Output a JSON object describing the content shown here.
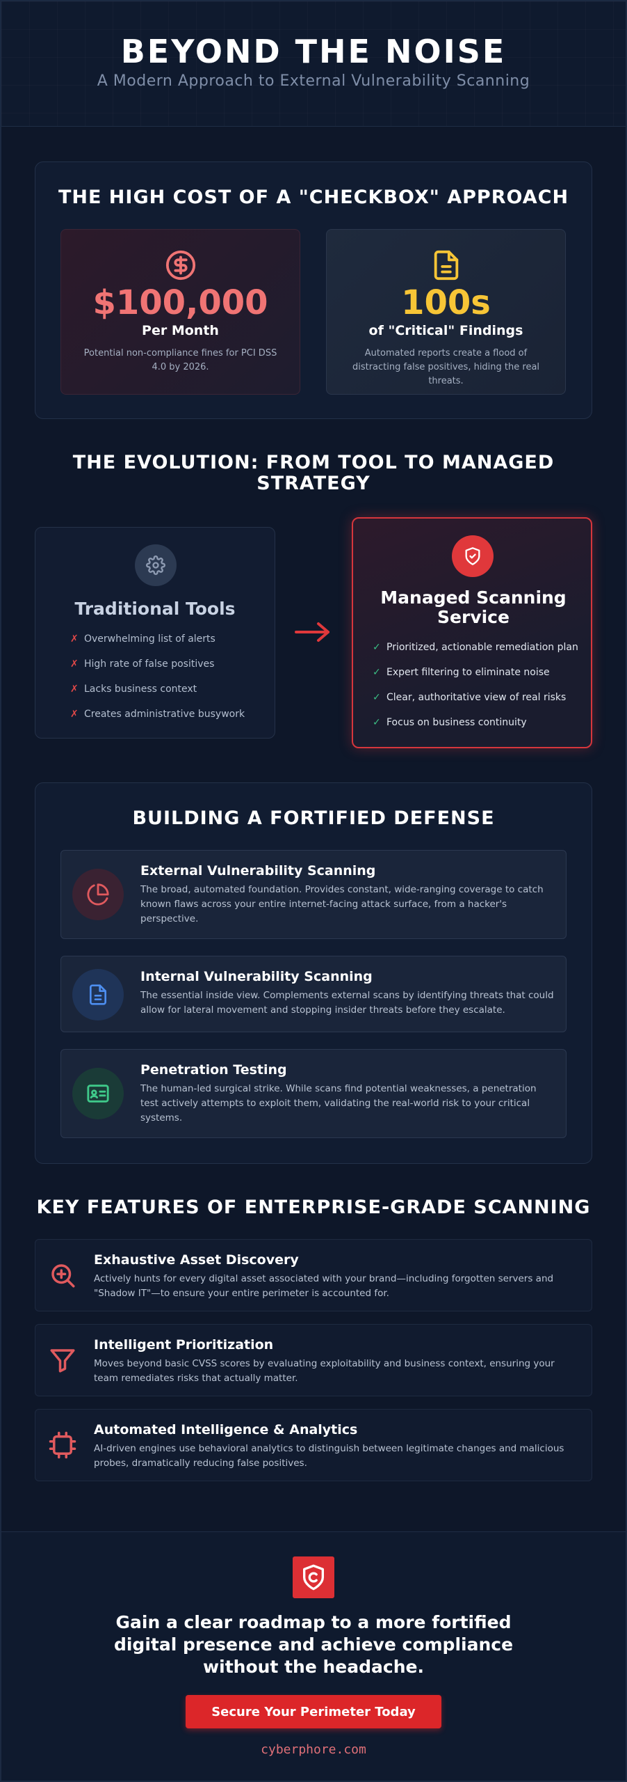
{
  "header": {
    "title": "BEYOND THE NOISE",
    "subtitle": "A Modern Approach to External Vulnerability Scanning"
  },
  "cost": {
    "title": "THE HIGH COST OF A \"CHECKBOX\" APPROACH",
    "cards": [
      {
        "icon": "dollar-icon",
        "value": "$100,000",
        "label": "Per Month",
        "desc": "Potential non-compliance fines for PCI DSS 4.0 by 2026.",
        "color": "#f07474"
      },
      {
        "icon": "document-icon",
        "value": "100s",
        "label": "of \"Critical\" Findings",
        "desc": "Automated reports create a flood of distracting false positives, hiding the real threats.",
        "color": "#f7c536"
      }
    ]
  },
  "evolution": {
    "title": "THE EVOLUTION: FROM TOOL TO MANAGED STRATEGY",
    "traditional": {
      "icon": "gear-icon",
      "title": "Traditional Tools",
      "items": [
        "Overwhelming list of alerts",
        "High rate of false positives",
        "Lacks business context",
        "Creates administrative busywork"
      ]
    },
    "arrow_icon": "arrow-right-icon",
    "managed": {
      "icon": "shield-check-icon",
      "title": "Managed Scanning Service",
      "items": [
        "Prioritized, actionable remediation plan",
        "Expert filtering to eliminate noise",
        "Clear, authoritative view of real risks",
        "Focus on business continuity"
      ]
    },
    "bad_mark": "✗",
    "good_mark": "✓"
  },
  "defense": {
    "title": "BUILDING A FORTIFIED DEFENSE",
    "items": [
      {
        "icon": "pie-chart-icon",
        "title": "External Vulnerability Scanning",
        "desc": "The broad, automated foundation. Provides constant, wide-ranging coverage to catch known flaws across your entire internet-facing attack surface, from a hacker's perspective."
      },
      {
        "icon": "file-text-icon",
        "title": "Internal Vulnerability Scanning",
        "desc": "The essential inside view. Complements external scans by identifying threats that could allow for lateral movement and stopping insider threats before they escalate."
      },
      {
        "icon": "id-card-icon",
        "title": "Penetration Testing",
        "desc": "The human-led surgical strike. While scans find potential weaknesses, a penetration test actively attempts to exploit them, validating the real-world risk to your critical systems."
      }
    ]
  },
  "features": {
    "title": "KEY FEATURES OF ENTERPRISE-GRADE SCANNING",
    "items": [
      {
        "icon": "zoom-in-icon",
        "title": "Exhaustive Asset Discovery",
        "desc": "Actively hunts for every digital asset associated with your brand—including forgotten servers and \"Shadow IT\"—to ensure your entire perimeter is accounted for."
      },
      {
        "icon": "filter-icon",
        "title": "Intelligent Prioritization",
        "desc": "Moves beyond basic CVSS scores by evaluating exploitability and business context, ensuring your team remediates risks that actually matter."
      },
      {
        "icon": "chip-icon",
        "title": "Automated Intelligence & Analytics",
        "desc": "AI-driven engines use behavioral analytics to distinguish between legitimate changes and malicious probes, dramatically reducing false positives."
      }
    ]
  },
  "footer": {
    "logo_icon": "cyberphore-shield-logo",
    "cta_text": "Gain a clear roadmap to a more fortified digital presence and achieve compliance without the headache.",
    "button_label": "Secure Your Perimeter Today",
    "site": "cyberphore.com"
  },
  "colors": {
    "accent_red": "#dc2629",
    "accent_yellow": "#f7c536",
    "background": "#0e1729"
  }
}
